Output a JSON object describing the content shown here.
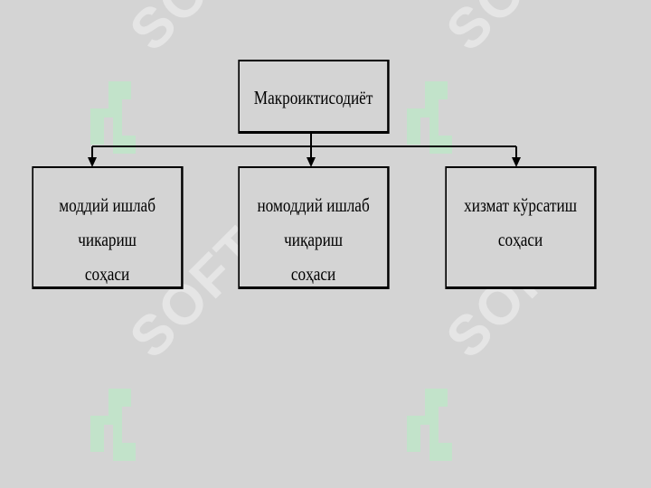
{
  "watermark": {
    "text": "SOFT",
    "color": "#e8e8e8",
    "logo_color": "#bfe6c9"
  },
  "diagram": {
    "root": {
      "lines": [
        "Макроиктисодиёт"
      ]
    },
    "children": [
      {
        "lines": [
          "моддий ишлаб чикариш",
          "соҳаси"
        ]
      },
      {
        "lines": [
          "номоддий ишлаб чиқариш",
          "соҳаси"
        ]
      },
      {
        "lines": [
          "хизмат кўрсатиш соҳаси"
        ]
      }
    ]
  }
}
